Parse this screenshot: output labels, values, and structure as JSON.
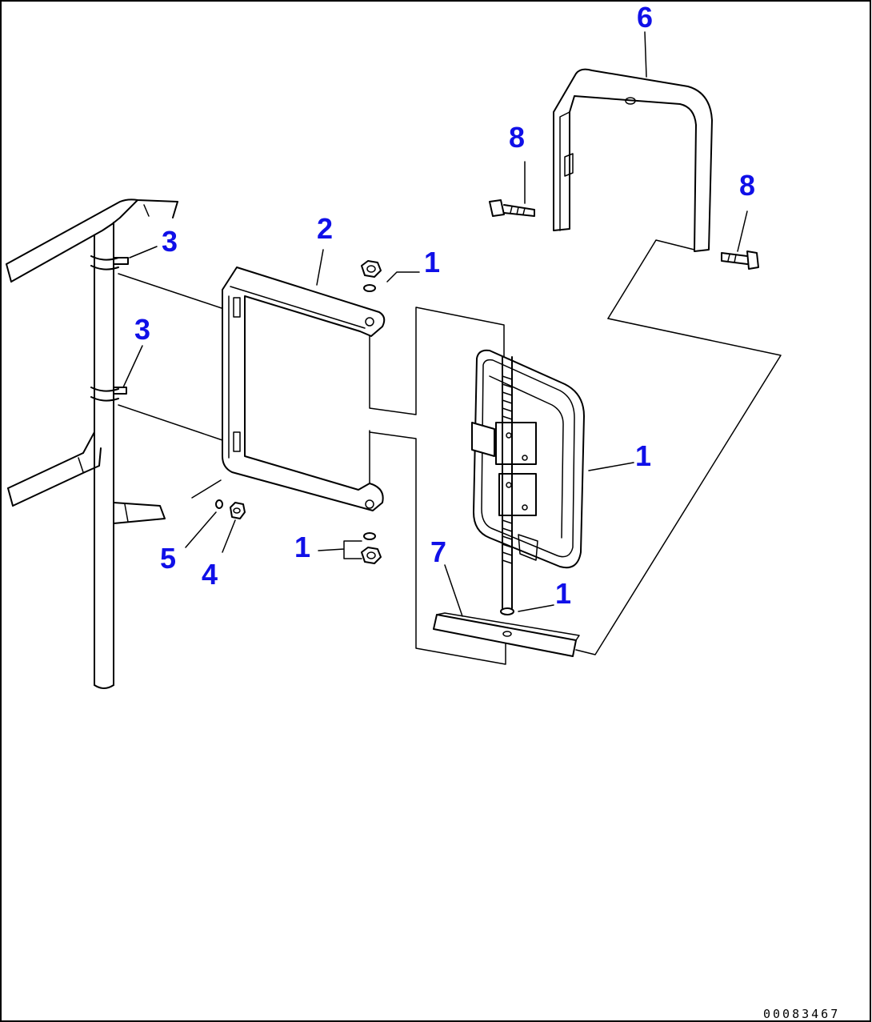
{
  "diagram": {
    "accent_color": "#1010e8",
    "document_number": "00083467",
    "callouts": [
      "1",
      "2",
      "3",
      "4",
      "5",
      "6",
      "7",
      "8"
    ]
  }
}
